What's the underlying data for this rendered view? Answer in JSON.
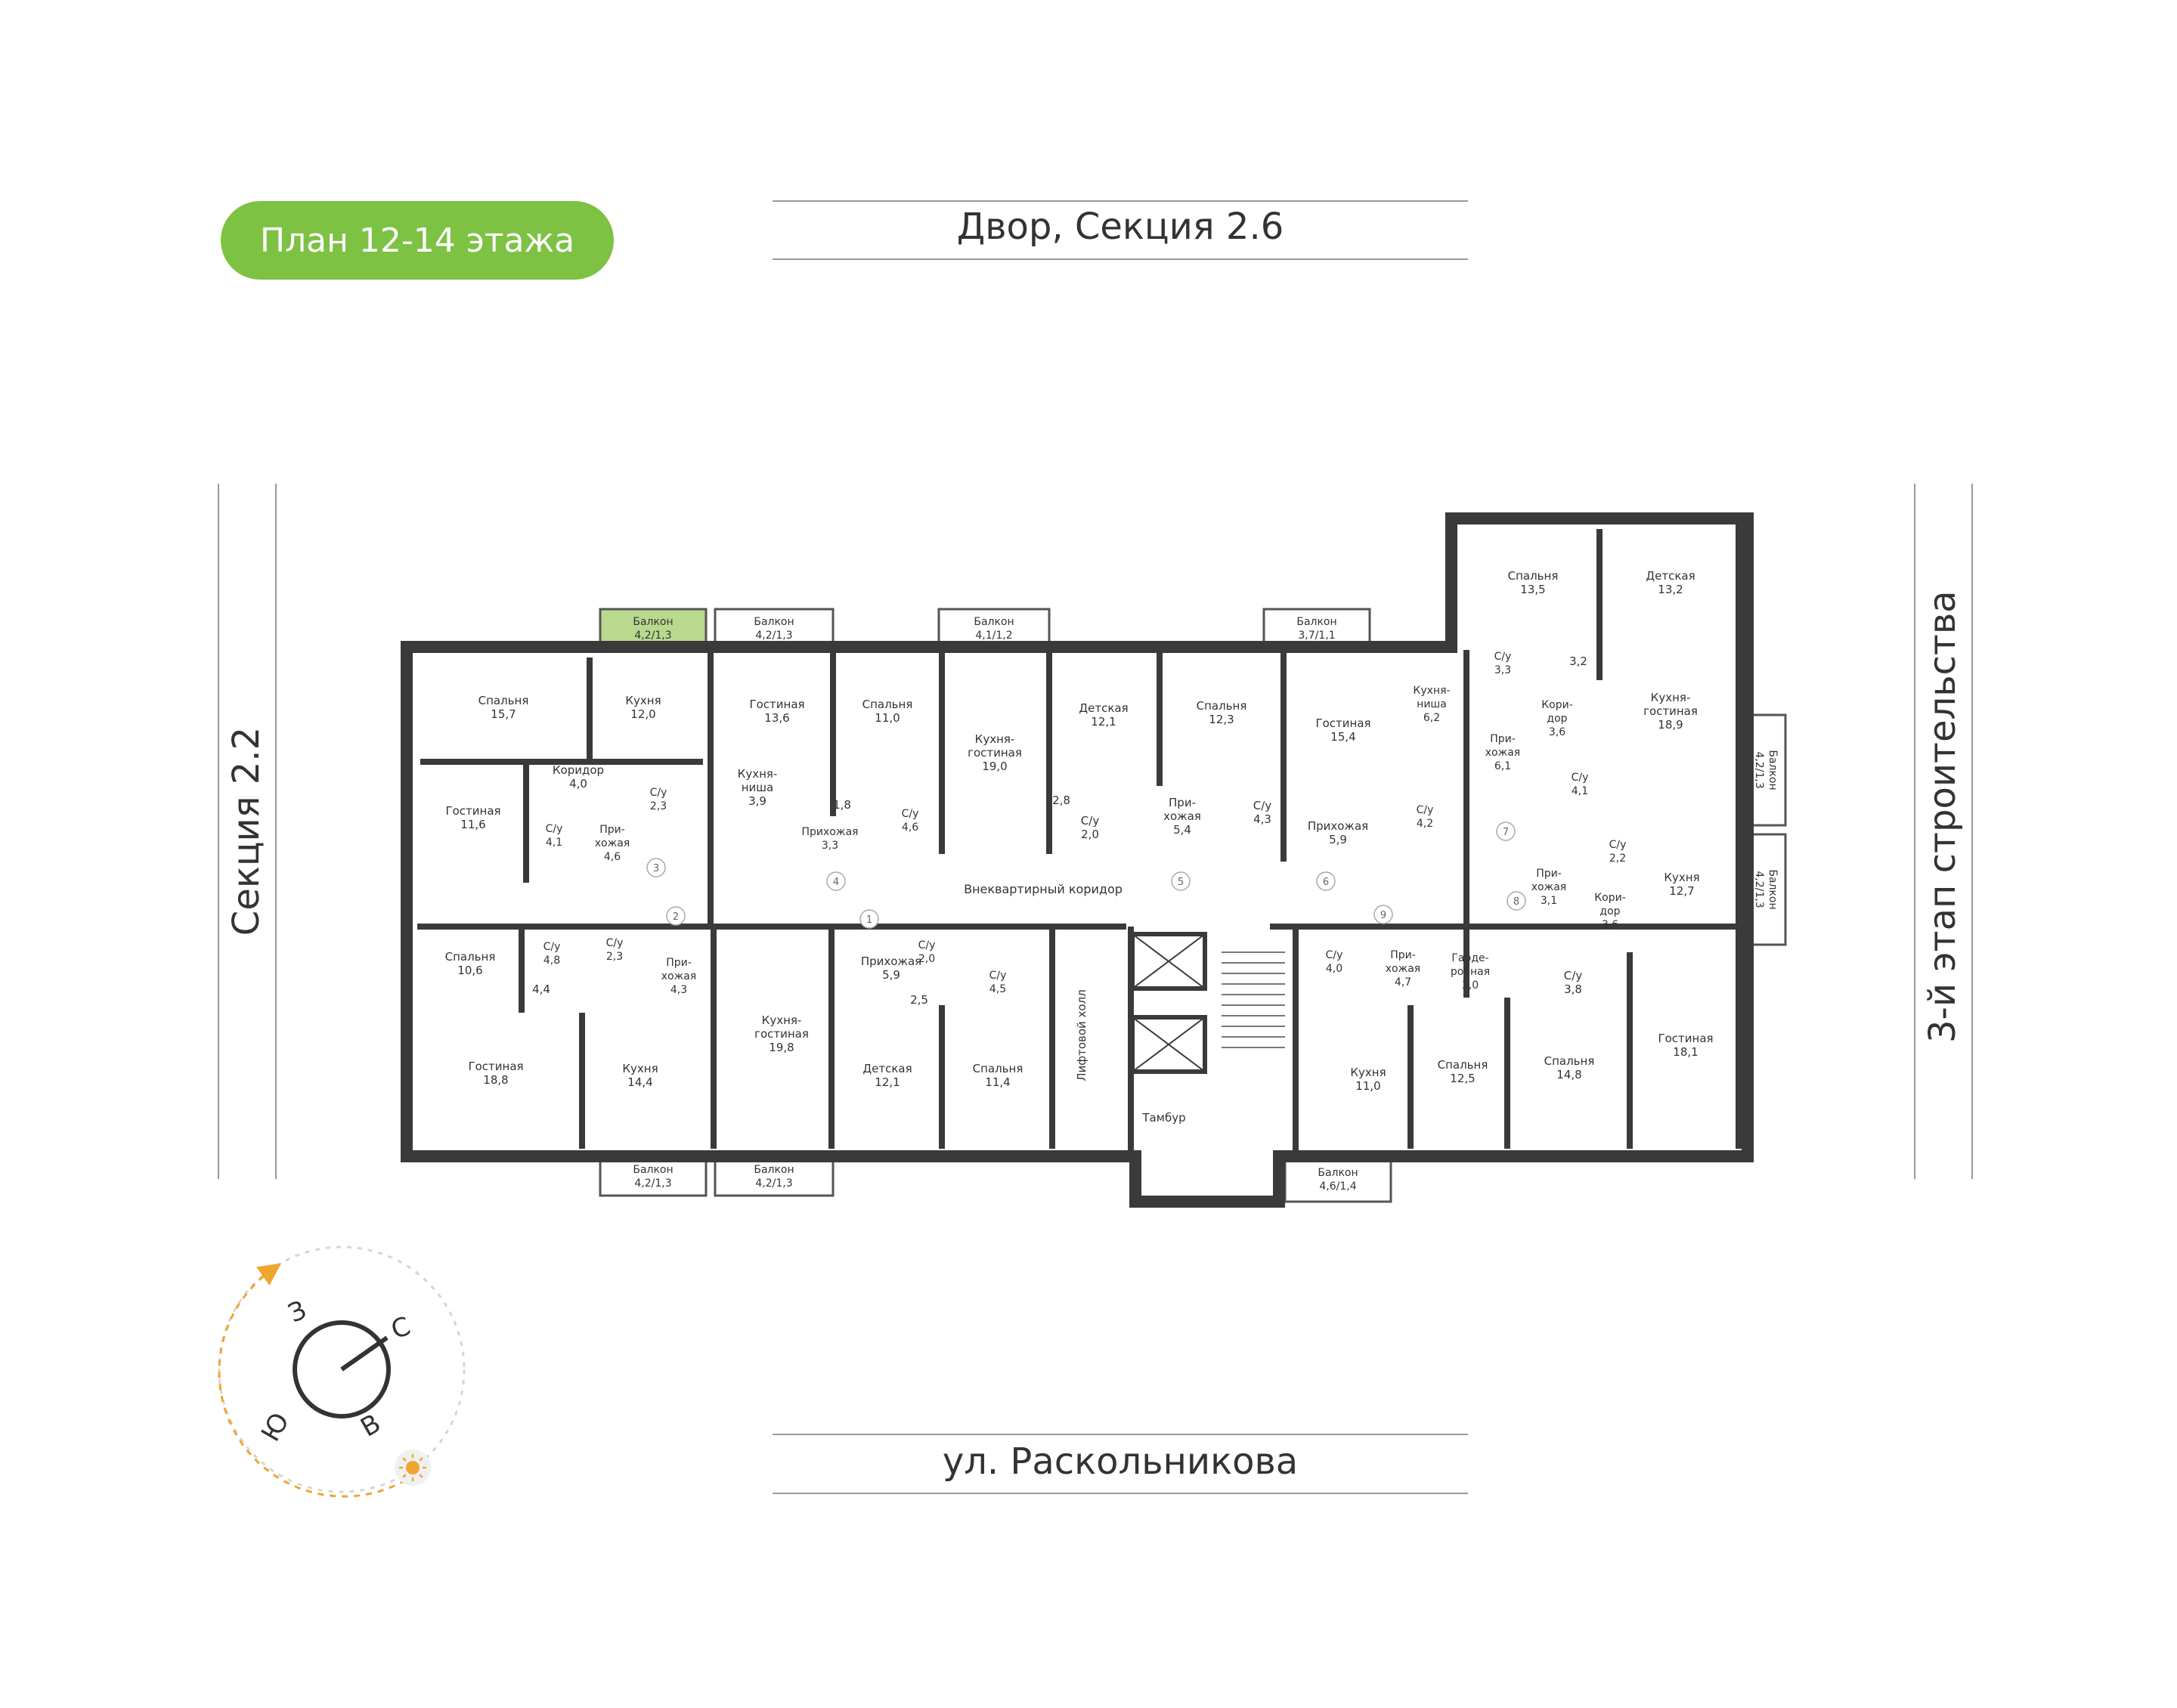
{
  "plan_title": "План 12-14 этажа",
  "top_side": "Двор, Секция 2.6",
  "bottom_side": "ул. Раскольникова",
  "left_side": "Секция 2.2",
  "right_side": "3-й этап строительства",
  "corridor": "Внеквартирный коридор",
  "lift_hall": "Лифтовой холл",
  "tambur": "Тамбур",
  "compass": {
    "n": "С",
    "s": "Ю",
    "e": "В",
    "w": "З"
  },
  "colors": {
    "highlight": "#b9d98f",
    "room": "#e1e1e2",
    "wall": "#3a3a3a",
    "accent": "#7dc243",
    "sun": "#f0a531"
  },
  "rooms": [
    {
      "id": "r1",
      "name": "Спальня",
      "area": "15,7",
      "highlight": true
    },
    {
      "id": "r2",
      "name": "Кухня",
      "area": "12,0",
      "highlight": true
    },
    {
      "id": "r3",
      "name": "Гостиная",
      "area": "11,6",
      "highlight": true
    },
    {
      "id": "r4",
      "name": "Коридор",
      "area": "4,0",
      "highlight": true
    },
    {
      "id": "r5",
      "name": "С/у",
      "area": "4,1",
      "highlight": true
    },
    {
      "id": "r6",
      "name": "При-\nхожая",
      "area": "4,6",
      "highlight": true
    },
    {
      "id": "r7",
      "name": "С/у",
      "area": "2,3",
      "highlight": true
    },
    {
      "id": "r8",
      "name": "Гостиная",
      "area": "13,6"
    },
    {
      "id": "r9",
      "name": "Кухня-\nниша",
      "area": "3,9"
    },
    {
      "id": "r10",
      "name": "Спальня",
      "area": "11,0"
    },
    {
      "id": "r11",
      "name": "Прихожая",
      "area": "3,3"
    },
    {
      "id": "r12",
      "name": "С/у",
      "area": "4,6"
    },
    {
      "id": "r13",
      "name": "Кухня-\nгостиная",
      "area": "19,0"
    },
    {
      "id": "r14",
      "name": "Детская",
      "area": "12,1"
    },
    {
      "id": "r15",
      "name": "С/у",
      "area": "2,0"
    },
    {
      "id": "r16",
      "name": "Спальня",
      "area": "12,3"
    },
    {
      "id": "r17",
      "name": "При-\nхожая",
      "area": "5,4"
    },
    {
      "id": "r18",
      "name": "С/у",
      "area": "4,3"
    },
    {
      "id": "r19",
      "name": "Гостиная",
      "area": "15,4"
    },
    {
      "id": "r20",
      "name": "Кухня-\nниша",
      "area": "6,2"
    },
    {
      "id": "r21",
      "name": "Прихожая",
      "area": "5,9"
    },
    {
      "id": "r22",
      "name": "С/у",
      "area": "4,2"
    },
    {
      "id": "r23",
      "name": "Спальня",
      "area": "13,5"
    },
    {
      "id": "r24",
      "name": "Детская",
      "area": "13,2"
    },
    {
      "id": "r25",
      "name": "С/у",
      "area": "3,3"
    },
    {
      "id": "r26",
      "name": "При-\nхожая",
      "area": "6,1"
    },
    {
      "id": "r27",
      "name": "Кори-\nдор",
      "area": "3,6"
    },
    {
      "id": "r28",
      "name": "С/у",
      "area": "4,1"
    },
    {
      "id": "r29",
      "name": "Кухня-\nгостиная",
      "area": "18,9"
    },
    {
      "id": "r30",
      "name": "При-\nхожая",
      "area": "3,1"
    },
    {
      "id": "r31",
      "name": "С/у",
      "area": "2,2"
    },
    {
      "id": "r32",
      "name": "Кори-\nдор",
      "area": "3,6"
    },
    {
      "id": "r33",
      "name": "Кухня",
      "area": "12,7"
    },
    {
      "id": "r34",
      "name": "С/у",
      "area": "3,8"
    },
    {
      "id": "r35",
      "name": "Спальня",
      "area": "10,6"
    },
    {
      "id": "r36",
      "name": "С/у",
      "area": "4,8"
    },
    {
      "id": "r37",
      "name": "С/у",
      "area": "2,3"
    },
    {
      "id": "r38",
      "name": "При-\nхожая",
      "area": "4,3"
    },
    {
      "id": "r39",
      "name": "Гостиная",
      "area": "18,8"
    },
    {
      "id": "r40",
      "name": "Кухня",
      "area": "14,4"
    },
    {
      "id": "r41",
      "name": "Кухня-\nгостиная",
      "area": "19,8"
    },
    {
      "id": "r42",
      "name": "Прихожая",
      "area": "5,9"
    },
    {
      "id": "r43",
      "name": "С/у",
      "area": "2,0"
    },
    {
      "id": "r44",
      "name": "С/у",
      "area": "4,5"
    },
    {
      "id": "r45",
      "name": "Детская",
      "area": "12,1"
    },
    {
      "id": "r46",
      "name": "Спальня",
      "area": "11,4"
    },
    {
      "id": "r47",
      "name": "С/у",
      "area": "4,0"
    },
    {
      "id": "r48",
      "name": "При-\nхожая",
      "area": "4,7"
    },
    {
      "id": "r49",
      "name": "Гарде-\nробная",
      "area": "3,0"
    },
    {
      "id": "r50",
      "name": "Кухня",
      "area": "11,0"
    },
    {
      "id": "r51",
      "name": "Спальня",
      "area": "12,5"
    },
    {
      "id": "r52",
      "name": "Спальня",
      "area": "14,8"
    },
    {
      "id": "r53",
      "name": "Гостиная",
      "area": "18,1"
    }
  ],
  "small_areas": [
    {
      "id": "a1",
      "text": "1,8"
    },
    {
      "id": "a2",
      "text": "2,8"
    },
    {
      "id": "a3",
      "text": "3,2"
    },
    {
      "id": "a4",
      "text": "4,4"
    },
    {
      "id": "a5",
      "text": "2,5"
    }
  ],
  "balconies": [
    {
      "id": "b1",
      "name": "Балкон",
      "area": "4,2/1,3",
      "highlight": true
    },
    {
      "id": "b2",
      "name": "Балкон",
      "area": "4,2/1,3"
    },
    {
      "id": "b3",
      "name": "Балкон",
      "area": "4,1/1,2"
    },
    {
      "id": "b4",
      "name": "Балкон",
      "area": "3,7/1,1"
    },
    {
      "id": "b5",
      "name": "Балкон",
      "area": "4,2/1,3"
    },
    {
      "id": "b6",
      "name": "Балкон",
      "area": "4,2/1,3"
    },
    {
      "id": "b7",
      "name": "Балкон",
      "area": "4,6/1,4"
    },
    {
      "id": "b8",
      "name": "Балкон",
      "area": "4,2/1,3"
    },
    {
      "id": "b9",
      "name": "Балкон",
      "area": "4,2/1,3"
    }
  ],
  "apartment_numbers": [
    "1",
    "2",
    "3",
    "4",
    "5",
    "6",
    "7",
    "8",
    "9"
  ]
}
